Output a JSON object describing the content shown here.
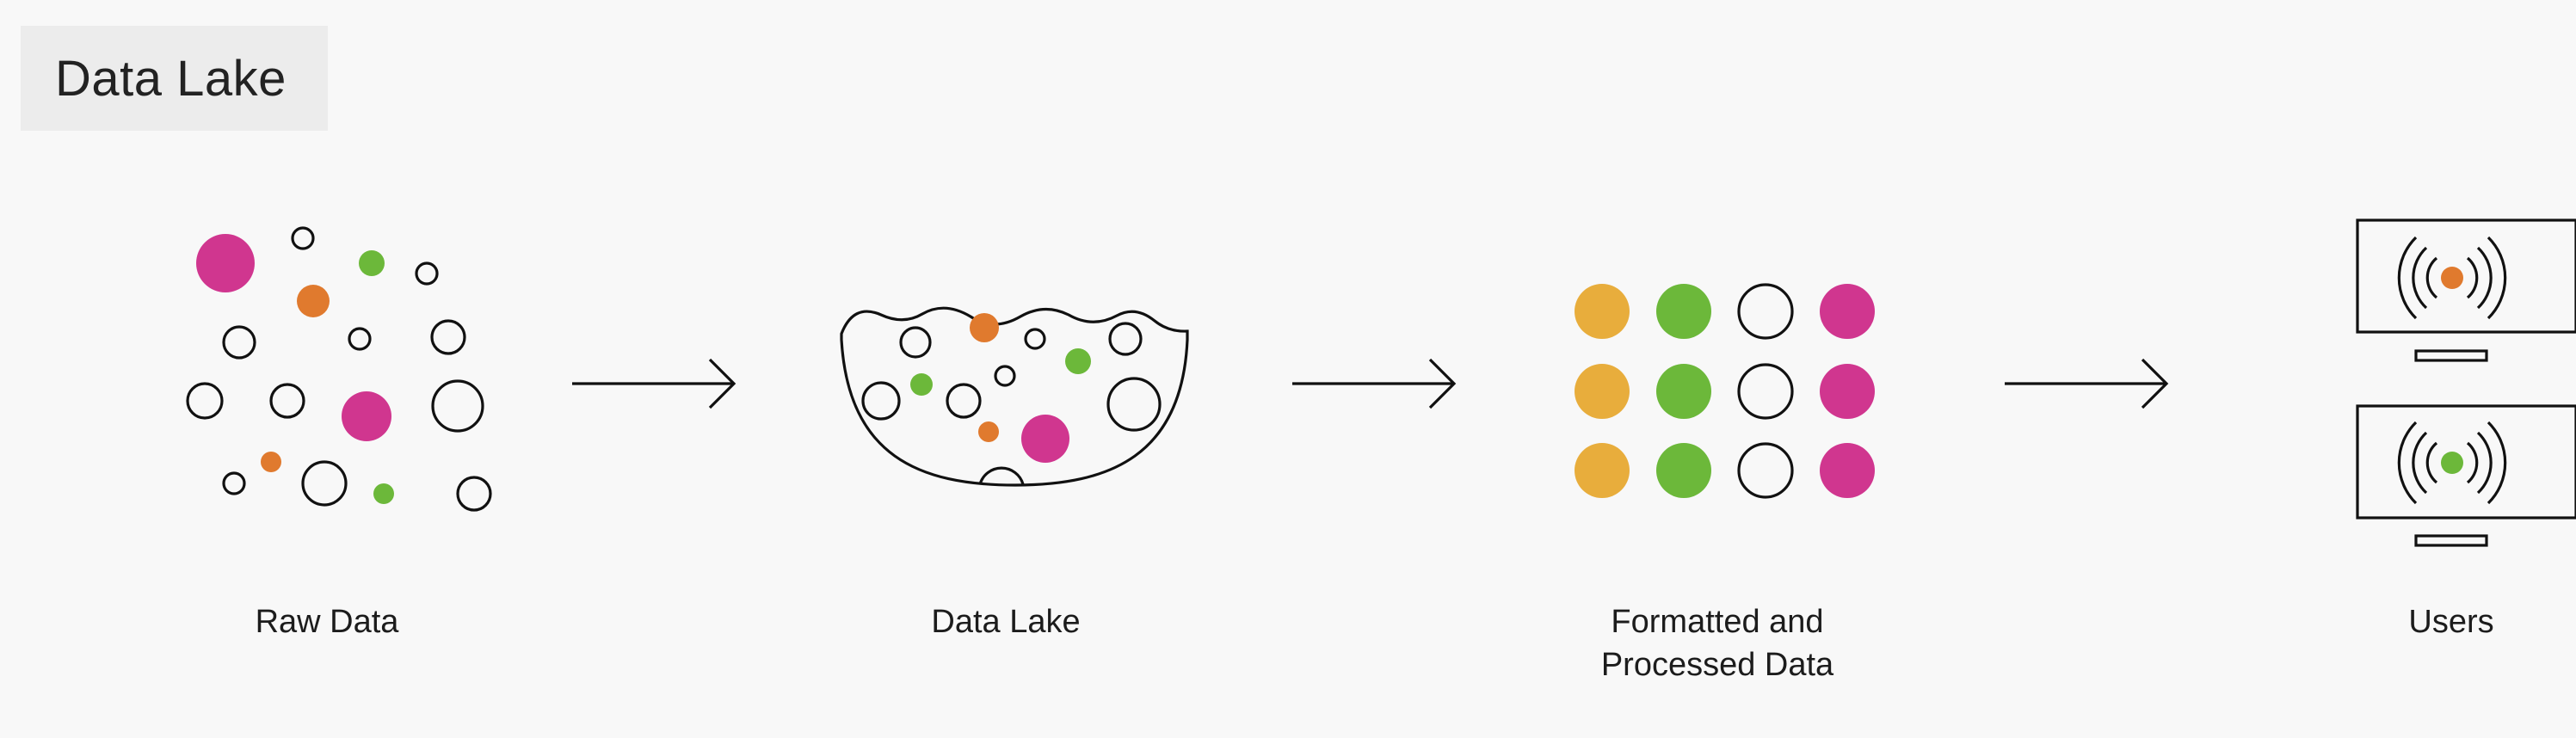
{
  "title": "Data Lake",
  "colors": {
    "magenta": "#d0368f",
    "green": "#6cb83a",
    "orange": "#e07a2e",
    "yellow": "#e8ad3c",
    "stroke": "#111111",
    "background": "#f8f8f8"
  },
  "stages": [
    {
      "id": "raw-data",
      "label": "Raw Data"
    },
    {
      "id": "data-lake",
      "label": "Data Lake"
    },
    {
      "id": "formatted",
      "label_line1": "Formatted and",
      "label_line2": "Processed Data"
    },
    {
      "id": "users",
      "label": "Users"
    }
  ],
  "icons": [
    "raw-data-circles-icon",
    "lake-bowl-icon",
    "formatted-grid-icon",
    "user-monitor-icon",
    "arrow-right-icon"
  ]
}
